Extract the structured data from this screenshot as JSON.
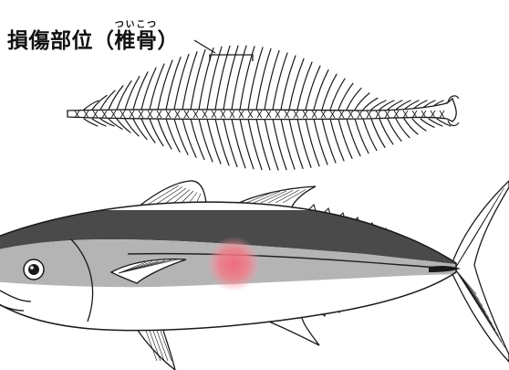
{
  "title": {
    "prefix": "損傷部位（",
    "term": "椎骨",
    "reading": "ついこつ",
    "suffix": "）"
  },
  "colors": {
    "outline": "#1a1a1a",
    "back": "#4a4a4a",
    "mid_stripe": "#b4b4b4",
    "belly": "#ffffff",
    "injury_highlight": "#f06a7a",
    "stripe_line": "#222222"
  },
  "icons": {
    "spine": "vertebral-column-illustration",
    "fish": "tuna-illustration",
    "injury": "injury-highlight-spot"
  }
}
